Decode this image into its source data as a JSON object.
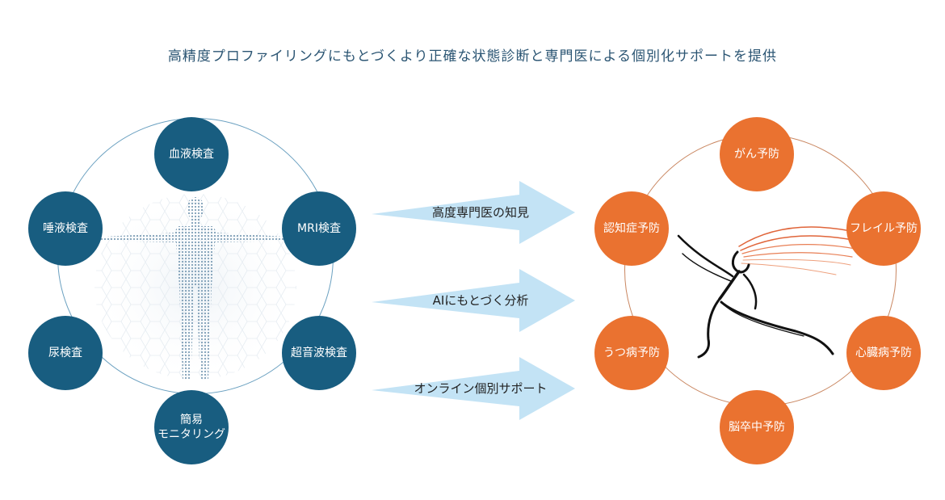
{
  "headline": "高精度プロファイリングにもとづくより正確な状態診断と専門医による個別化サポートを提供",
  "left_nodes": {
    "blood": "血液検査",
    "mri": "MRI検査",
    "ultrasound": "超音波検査",
    "monitoring_line1": "簡易",
    "monitoring_line2": "モニタリング",
    "urine": "尿検査",
    "saliva": "唾液検査"
  },
  "arrows": {
    "expert": "高度専門医の知見",
    "ai": "AIにもとづく分析",
    "online": "オンライン個別サポート"
  },
  "right_nodes": {
    "cancer": "がん予防",
    "frailty": "フレイル予防",
    "heart": "心臓病予防",
    "stroke": "脳卒中予防",
    "depression": "うつ病予防",
    "dementia": "認知症予防"
  },
  "colors": {
    "blue_node": "#185d80",
    "orange_node": "#ea7230",
    "arrow_fill": "#c3e3f5",
    "headline": "#2b5573"
  }
}
